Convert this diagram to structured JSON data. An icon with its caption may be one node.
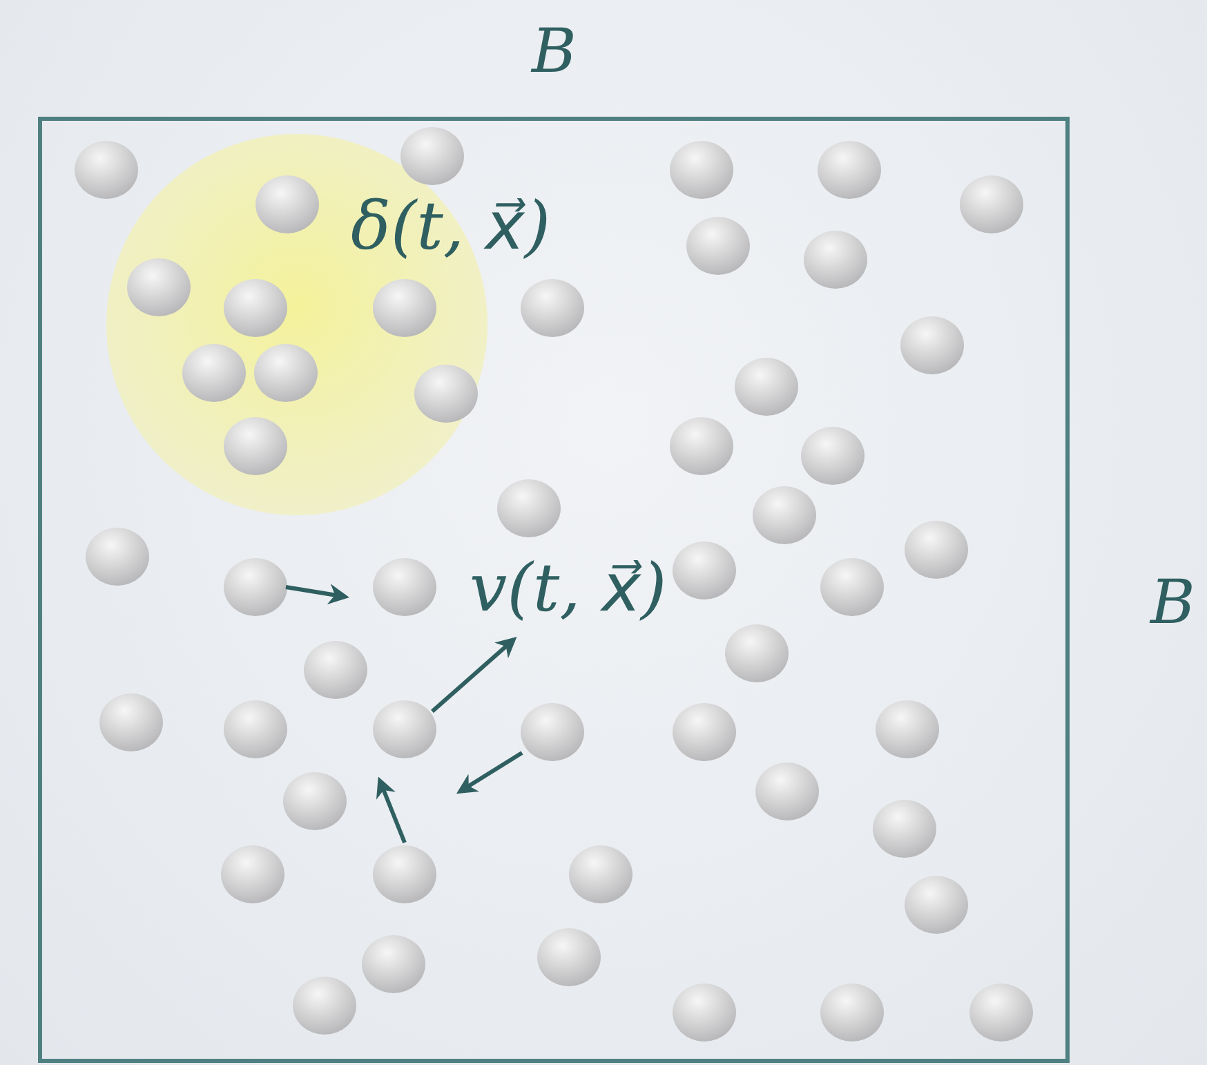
{
  "diagram": {
    "labels": [
      "B",
      "δ(t, x⃗)",
      "v(t, x⃗)",
      "B"
    ]
  }
}
